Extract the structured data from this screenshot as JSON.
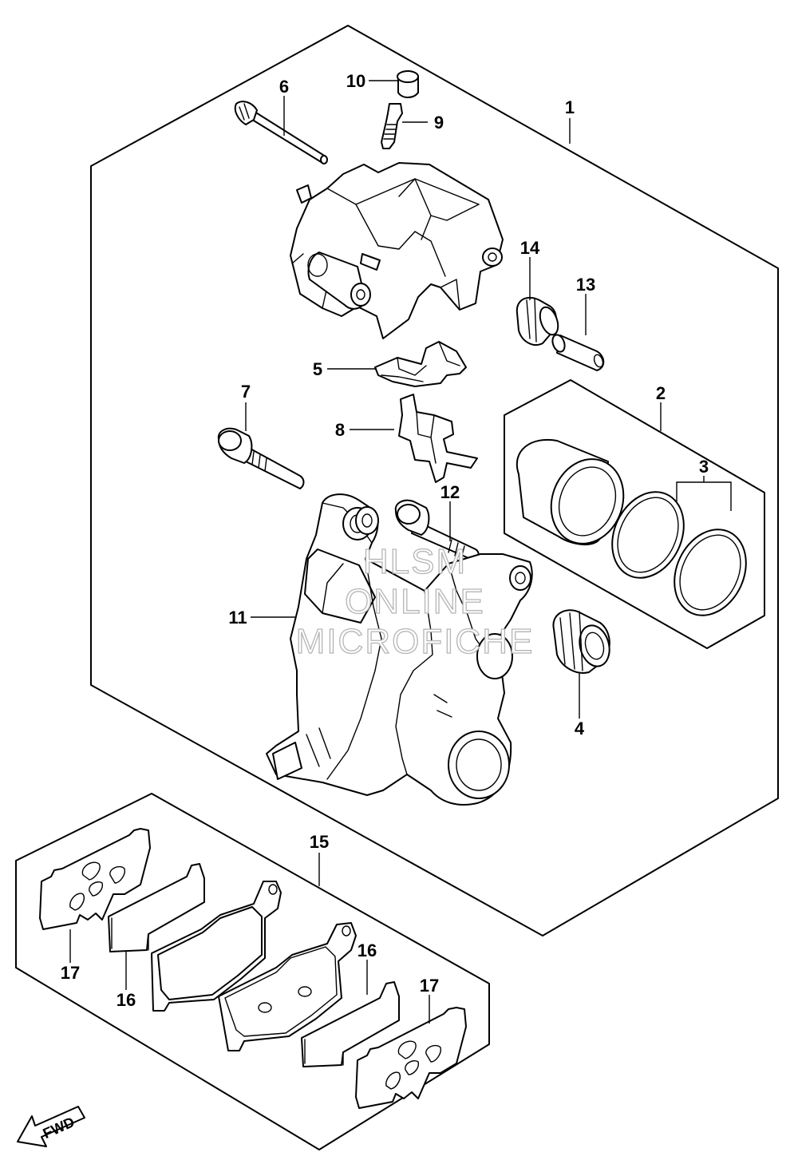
{
  "diagram": {
    "callouts": {
      "c1": "1",
      "c2": "2",
      "c3": "3",
      "c4": "4",
      "c5": "5",
      "c6": "6",
      "c7": "7",
      "c8": "8",
      "c9": "9",
      "c10": "10",
      "c11": "11",
      "c12": "12",
      "c13": "13",
      "c14": "14",
      "c15": "15",
      "c16a": "16",
      "c16b": "16",
      "c17a": "17",
      "c17b": "17"
    },
    "watermark": {
      "line1": "HLSM",
      "line2": "ONLINE",
      "line3": "MICROFICHE"
    },
    "direction": {
      "label": "FWD",
      "icon": "forward-arrow-icon"
    }
  }
}
